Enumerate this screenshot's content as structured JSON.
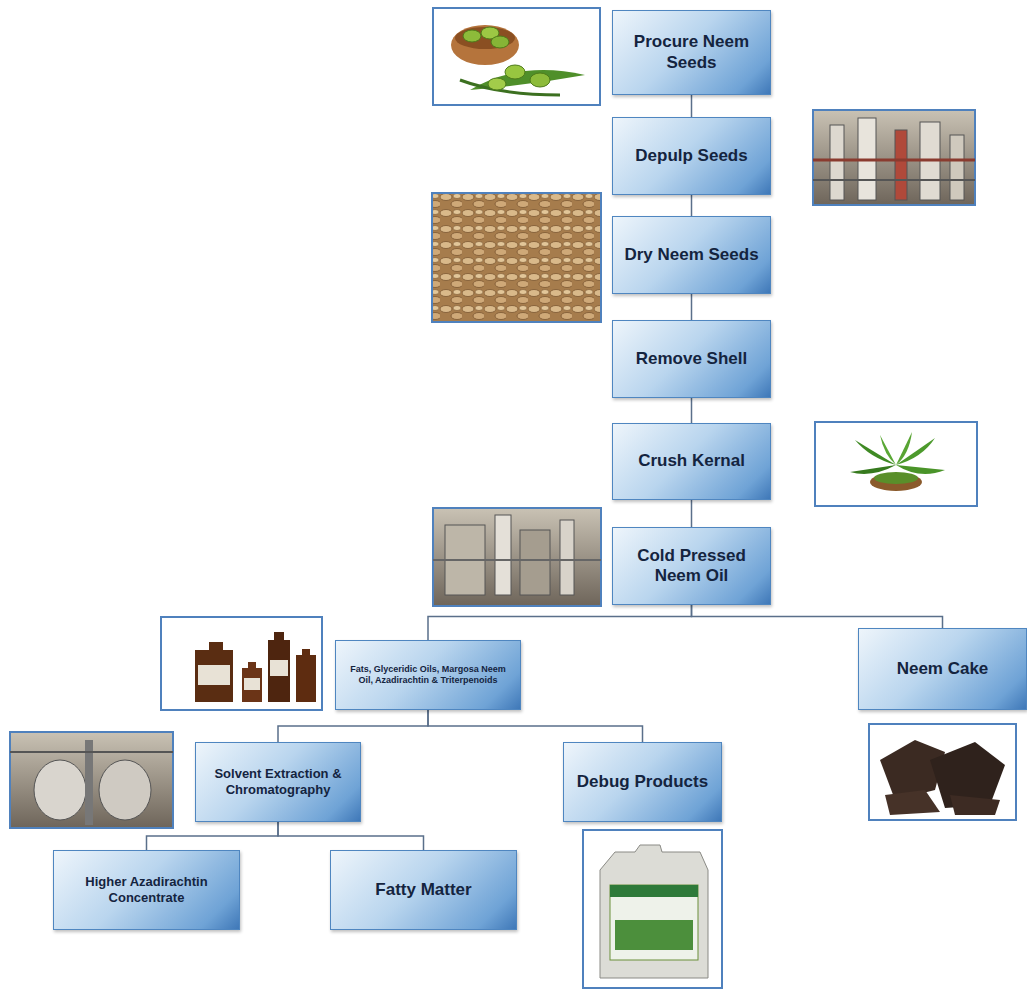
{
  "diagram": {
    "nodes": [
      {
        "text": [
          "Procure Neem Seeds"
        ]
      },
      {
        "text": [
          "Depulp Seeds"
        ]
      },
      {
        "text": [
          "Dry Neem Seeds"
        ]
      },
      {
        "text": [
          "Remove Shell"
        ]
      },
      {
        "text": [
          "Crush Kernal"
        ]
      },
      {
        "text": [
          "Cold Pressed Neem Oil"
        ]
      },
      {
        "text": [
          "Fats, Glyceridic Oils, Margosa Neem Oil, Azadirachtin & Triterpenoids"
        ]
      },
      {
        "text": [
          "Neem Cake"
        ]
      },
      {
        "text": [
          "Solvent Extraction & Chromatography"
        ]
      },
      {
        "text": [
          "Debug Products"
        ]
      },
      {
        "text": [
          "Higher Azadirachtin Concentrate"
        ]
      },
      {
        "text": [
          "Fatty Matter"
        ]
      }
    ],
    "edges": [
      {
        "from": 0,
        "to": 1,
        "arrow": "none"
      },
      {
        "from": 1,
        "to": 2,
        "arrow": "none"
      },
      {
        "from": 2,
        "to": 3,
        "arrow": "none"
      },
      {
        "from": 3,
        "to": 4,
        "arrow": "none"
      },
      {
        "from": 4,
        "to": 5,
        "arrow": "none"
      },
      {
        "from": 5,
        "to": 6,
        "arrow": "none"
      },
      {
        "from": 5,
        "to": 7,
        "arrow": "none"
      },
      {
        "from": 6,
        "to": 8,
        "arrow": "none"
      },
      {
        "from": 6,
        "to": 9,
        "arrow": "none"
      },
      {
        "from": 8,
        "to": 10,
        "arrow": "none"
      },
      {
        "from": 8,
        "to": 11,
        "arrow": "none"
      }
    ]
  }
}
